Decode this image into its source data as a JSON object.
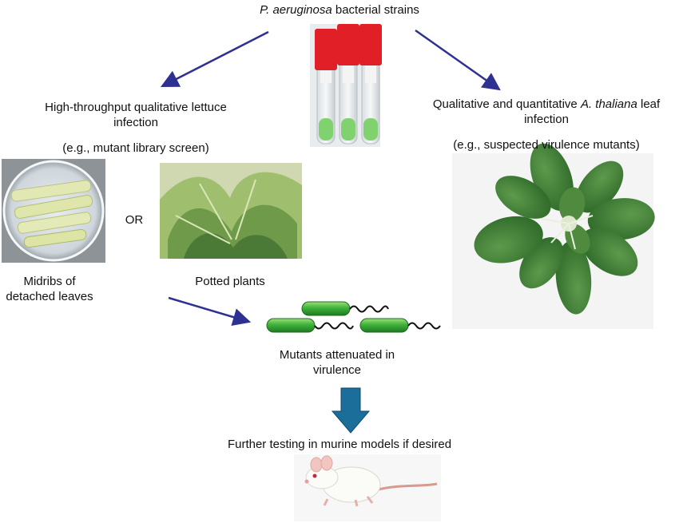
{
  "title": {
    "species": "P. aeruginosa",
    "rest": " bacterial strains"
  },
  "left_branch": {
    "line1": "High-throughput qualitative lettuce",
    "line2": "infection",
    "example": "(e.g., mutant library screen)",
    "or_label": "OR",
    "midribs_line1": "Midribs of",
    "midribs_line2": "detached leaves",
    "potted": "Potted plants"
  },
  "right_branch": {
    "line1_pre": "Qualitative and quantitative ",
    "line1_species": "A. thaliana",
    "line1_post": " leaf",
    "line2": "infection",
    "example": "(e.g., suspected virulence mutants)"
  },
  "result": {
    "line1": "Mutants attenuated in",
    "line2": "virulence"
  },
  "final": "Further testing in murine models if desired",
  "colors": {
    "arrow": "#2e3192",
    "block_arrow": "#1b6e9a",
    "bacteria": "#3fb23a",
    "cap": "#e01f26",
    "leaf": "#3d7a32"
  }
}
